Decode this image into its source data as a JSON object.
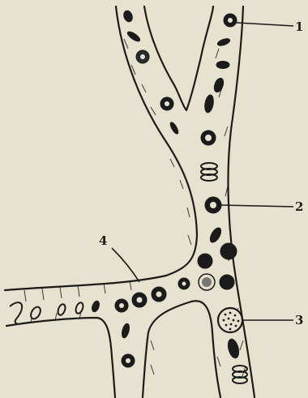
{
  "labels": {
    "label_1": "1",
    "label_2": "2",
    "label_3": "3",
    "label_4": "4"
  },
  "colors": {
    "paper": "#e7e2cf",
    "ink": "#1b1b1b"
  }
}
